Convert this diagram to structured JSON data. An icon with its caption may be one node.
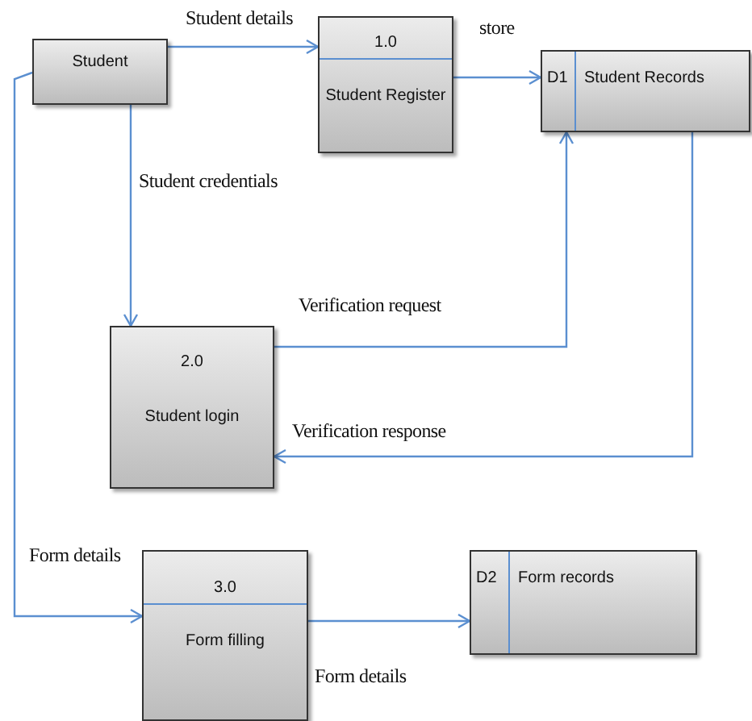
{
  "diagram": {
    "nodes": [
      {
        "text": [
          "Student"
        ]
      },
      {
        "text": [
          "1.0",
          "Student Register"
        ]
      },
      {
        "text": [
          "D1",
          "Student Records"
        ]
      },
      {
        "text": [
          "2.0",
          "Student login"
        ]
      },
      {
        "text": [
          "3.0",
          "Form filling"
        ]
      },
      {
        "text": [
          "D2",
          "Form records"
        ]
      }
    ],
    "edges": [
      {
        "from": 0,
        "to": 1,
        "arrow": "to",
        "label": "Student details"
      },
      {
        "from": 1,
        "to": 2,
        "arrow": "to",
        "label": "store"
      },
      {
        "from": 0,
        "to": 3,
        "arrow": "to",
        "label": "Student credentials"
      },
      {
        "from": 3,
        "to": 2,
        "arrow": "to",
        "label": "Verification request"
      },
      {
        "from": 2,
        "to": 3,
        "arrow": "to",
        "label": "Verification response"
      },
      {
        "from": 0,
        "to": 4,
        "arrow": "to",
        "label": "Form details"
      },
      {
        "from": 4,
        "to": 5,
        "arrow": "to",
        "label": "Form details"
      }
    ]
  }
}
